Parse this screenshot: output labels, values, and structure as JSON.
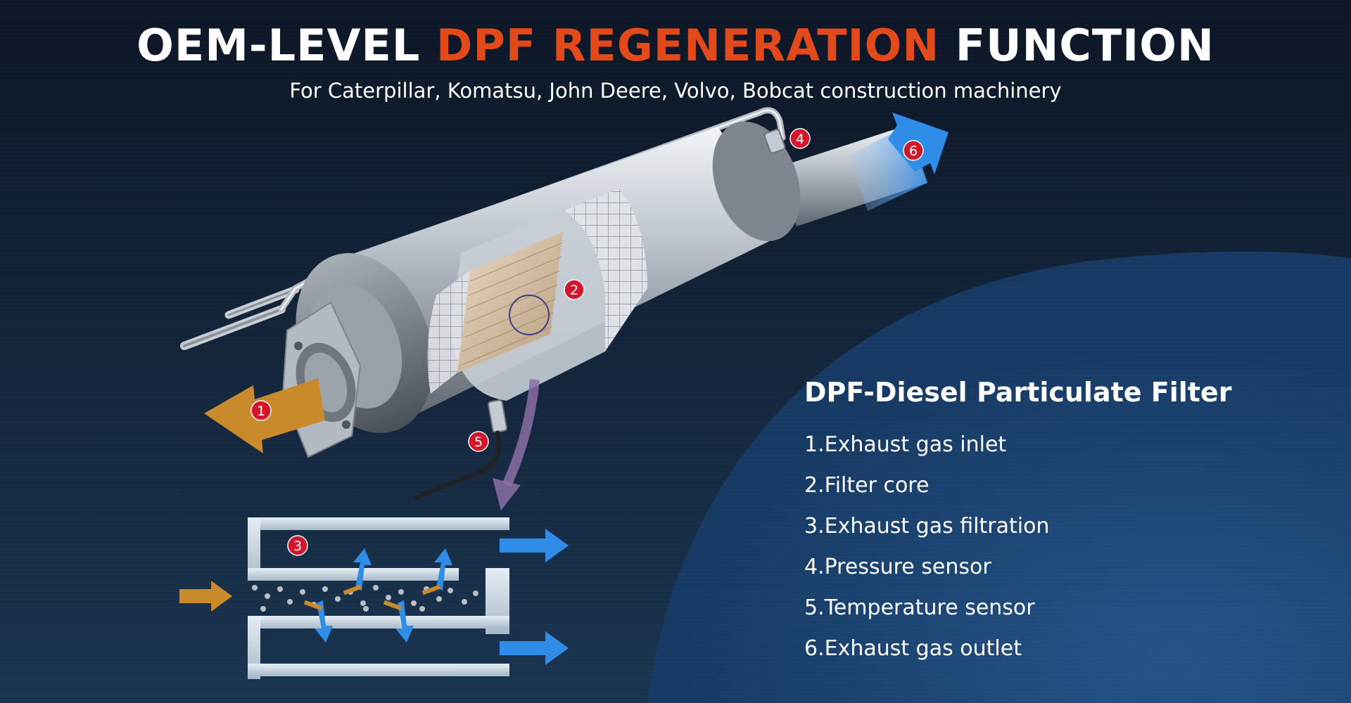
{
  "title": {
    "prefix": "OEM-LEVEL ",
    "highlight": "DPF REGENERATION",
    "suffix": " FUNCTION"
  },
  "subtitle": "For Caterpillar, Komatsu, John Deere, Volvo, Bobcat construction machinery",
  "legend": {
    "heading": "DPF-Diesel Particulate Filter",
    "items": [
      "1.Exhaust gas inlet",
      "2.Filter core",
      "3.Exhaust gas filtration",
      "4.Pressure sensor",
      "5.Temperature sensor",
      "6.Exhaust gas outlet"
    ]
  },
  "callouts": {
    "inlet": "1",
    "filter_core": "2",
    "filtration": "3",
    "pressure_sensor": "4",
    "temperature_sensor": "5",
    "outlet": "6"
  },
  "colors": {
    "accent_orange": "#e24a1c",
    "callout_red": "#d2162b",
    "flow_orange": "#c98a2c",
    "flow_blue": "#2f8de8",
    "background_dark": "#0f1b2d",
    "background_blue": "#1c4774"
  }
}
